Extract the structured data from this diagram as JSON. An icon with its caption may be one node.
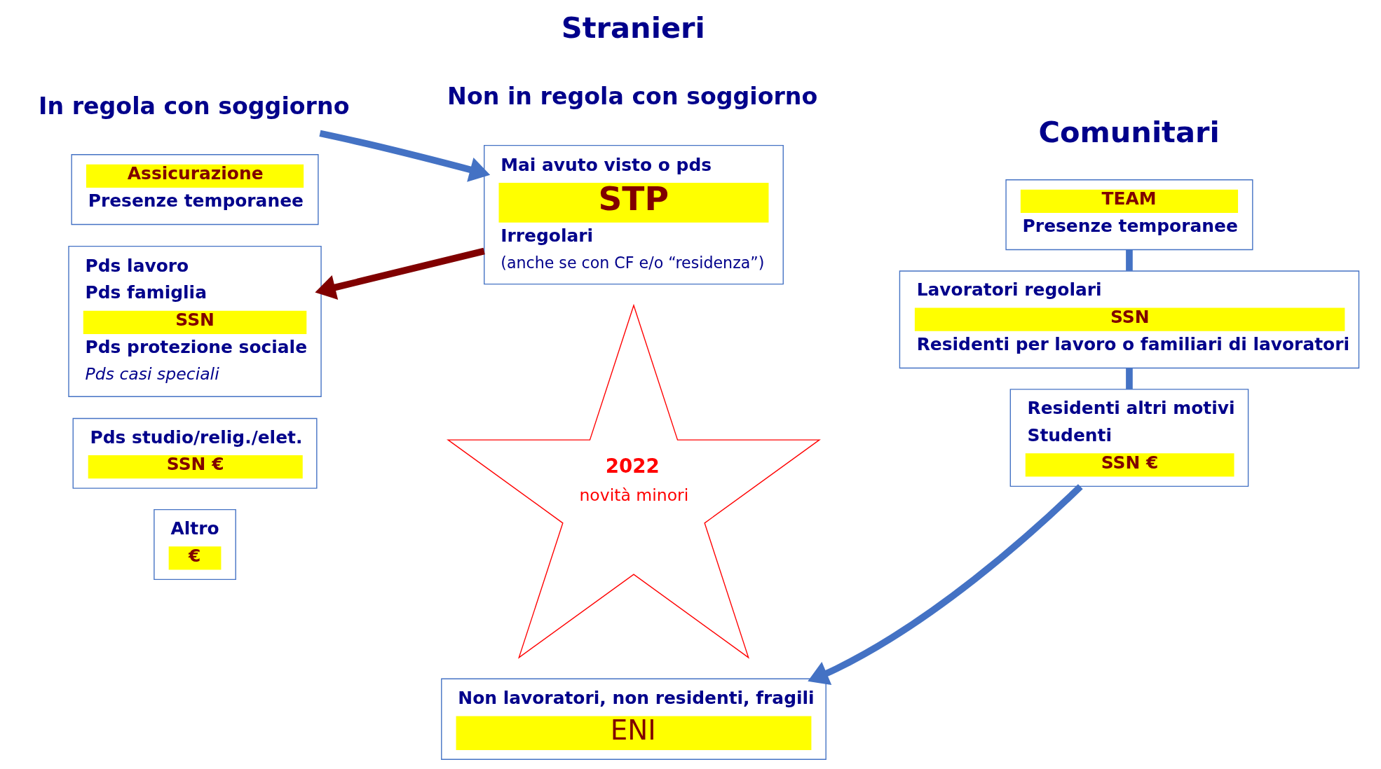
{
  "diagram": {
    "nodes": [
      {
        "text": [
          "In regola con soggiorno"
        ]
      },
      {
        "text": [
          "Assicurazione",
          "Presenze temporanee"
        ]
      },
      {
        "text": [
          "Pds lavoro",
          "Pds famiglia",
          "SSN",
          "Pds protezione sociale",
          "Pds casi speciali"
        ]
      },
      {
        "text": [
          "Pds studio/relig./elet.",
          "SSN €"
        ]
      },
      {
        "text": [
          "Altro",
          "€"
        ]
      },
      {
        "text": [
          "Non in regola con soggiorno"
        ]
      },
      {
        "text": [
          "Mai avuto visto o pds",
          "STP",
          "Irregolari",
          "(anche se con CF e/o “residenza”)"
        ]
      },
      {
        "text": [
          "Non lavoratori, non residenti, fragili",
          "ENI"
        ]
      },
      {
        "text": [
          "TEAM",
          "Presenze temporanee"
        ]
      },
      {
        "text": [
          "Lavoratori regolari",
          "SSN",
          "Residenti per lavoro o familiari di lavoratori"
        ]
      },
      {
        "text": [
          "Residenti altri motivi",
          "Studenti",
          "SSN €"
        ]
      },
      {
        "text": [
          "2022",
          "novità minori"
        ]
      }
    ],
    "edges": [
      {
        "from": 0,
        "to": 6,
        "arrow": "to"
      },
      {
        "from": 6,
        "to": 2,
        "arrow": "to",
        "color": "#800000"
      },
      {
        "from": 10,
        "to": 7,
        "arrow": "to"
      },
      {
        "from": 8,
        "to": 9,
        "arrow": "none"
      },
      {
        "from": 9,
        "to": 10,
        "arrow": "none"
      }
    ],
    "labels": [
      "Stranieri",
      "Comunitari"
    ]
  }
}
